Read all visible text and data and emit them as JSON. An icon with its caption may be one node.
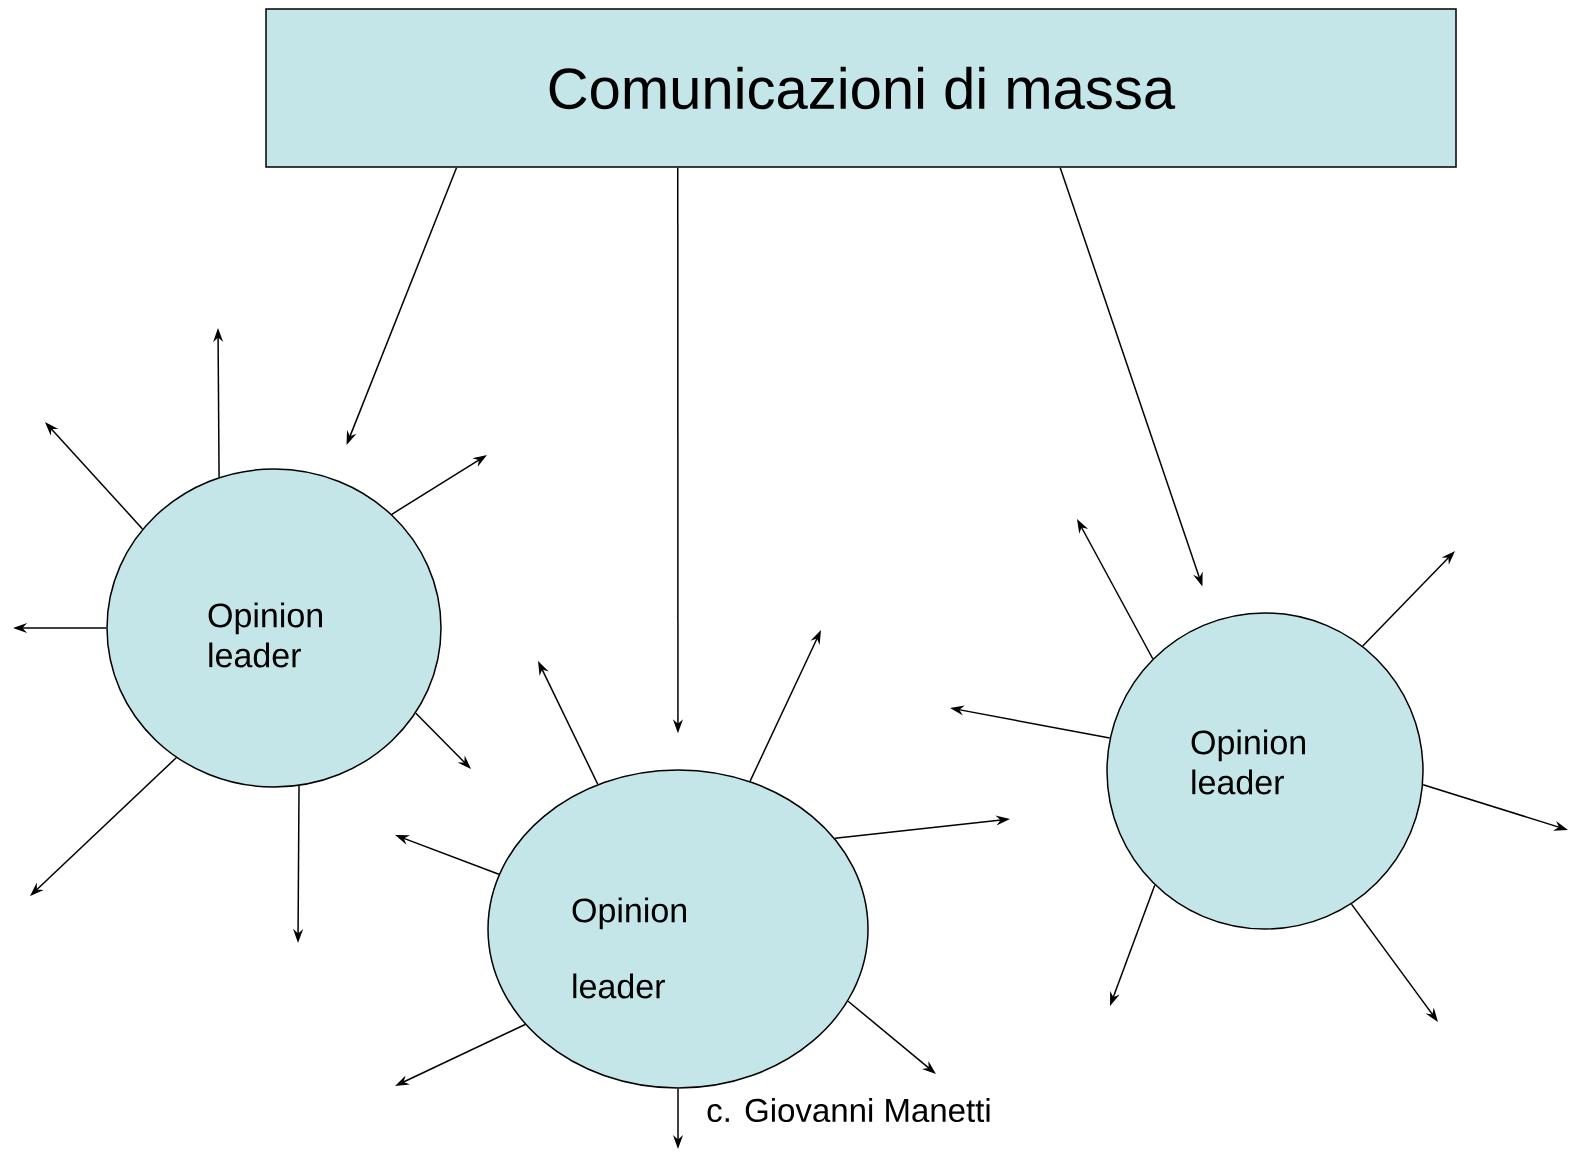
{
  "diagram": {
    "nodes": [
      {
        "text": [
          "Comunicazioni di massa"
        ]
      },
      {
        "text": [
          "Opinion leader"
        ]
      },
      {
        "text": [
          "Opinion leader"
        ]
      },
      {
        "text": [
          "Opinion leader"
        ]
      }
    ],
    "edges": [
      {
        "from": 0,
        "to": 1,
        "arrow": "to"
      },
      {
        "from": 0,
        "to": 2,
        "arrow": "to"
      },
      {
        "from": 0,
        "to": 3,
        "arrow": "to"
      },
      {
        "from": 1,
        "to": null,
        "arrow": "to"
      },
      {
        "from": 1,
        "to": null,
        "arrow": "to"
      },
      {
        "from": 1,
        "to": null,
        "arrow": "to"
      },
      {
        "from": 1,
        "to": null,
        "arrow": "to"
      },
      {
        "from": 1,
        "to": null,
        "arrow": "to"
      },
      {
        "from": 1,
        "to": null,
        "arrow": "to"
      },
      {
        "from": 1,
        "to": null,
        "arrow": "to"
      },
      {
        "from": 2,
        "to": null,
        "arrow": "to"
      },
      {
        "from": 2,
        "to": null,
        "arrow": "to"
      },
      {
        "from": 2,
        "to": null,
        "arrow": "to"
      },
      {
        "from": 2,
        "to": null,
        "arrow": "to"
      },
      {
        "from": 2,
        "to": null,
        "arrow": "to"
      },
      {
        "from": 2,
        "to": null,
        "arrow": "to"
      },
      {
        "from": 2,
        "to": null,
        "arrow": "to"
      },
      {
        "from": 3,
        "to": null,
        "arrow": "to"
      },
      {
        "from": 3,
        "to": null,
        "arrow": "to"
      },
      {
        "from": 3,
        "to": null,
        "arrow": "to"
      },
      {
        "from": 3,
        "to": null,
        "arrow": "to"
      },
      {
        "from": 3,
        "to": null,
        "arrow": "to"
      },
      {
        "from": 3,
        "to": null,
        "arrow": "to"
      }
    ],
    "labels": [
      "c. Giovanni Manetti"
    ]
  }
}
